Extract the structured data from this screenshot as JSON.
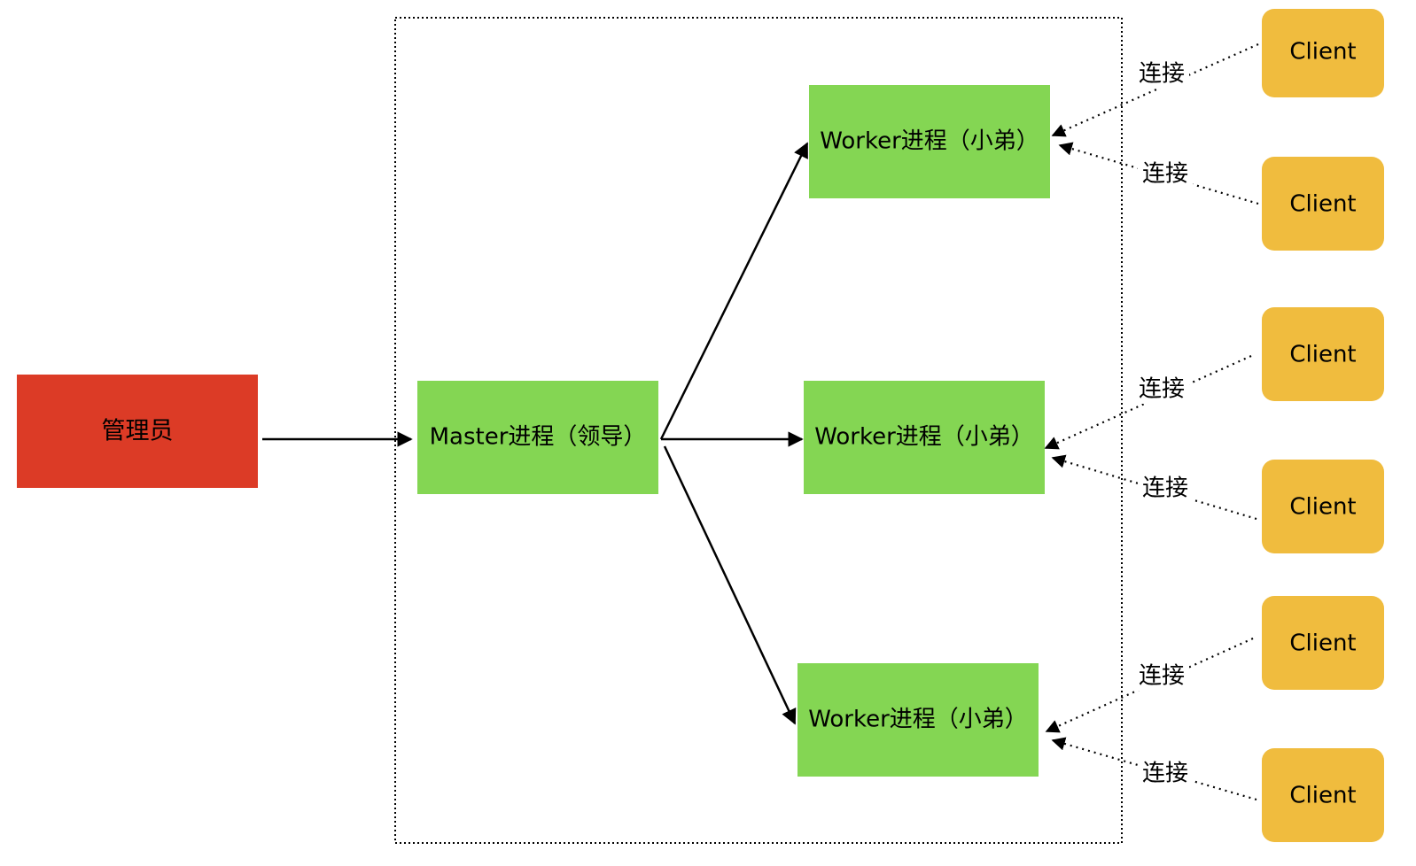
{
  "diagram": {
    "admin": {
      "label": "管理员",
      "color": "#DC3B26"
    },
    "master": {
      "label": "Master进程（领导）",
      "color": "#84D653"
    },
    "workers": [
      {
        "label": "Worker进程（小弟）",
        "color": "#84D653"
      },
      {
        "label": "Worker进程（小弟）",
        "color": "#84D653"
      },
      {
        "label": "Worker进程（小弟）",
        "color": "#84D653"
      }
    ],
    "clients": [
      {
        "label": "Client"
      },
      {
        "label": "Client"
      },
      {
        "label": "Client"
      },
      {
        "label": "Client"
      },
      {
        "label": "Client"
      },
      {
        "label": "Client"
      }
    ],
    "client_color": "#F0BC3E",
    "connection_labels": [
      "连接",
      "连接",
      "连接",
      "连接",
      "连接",
      "连接"
    ]
  }
}
